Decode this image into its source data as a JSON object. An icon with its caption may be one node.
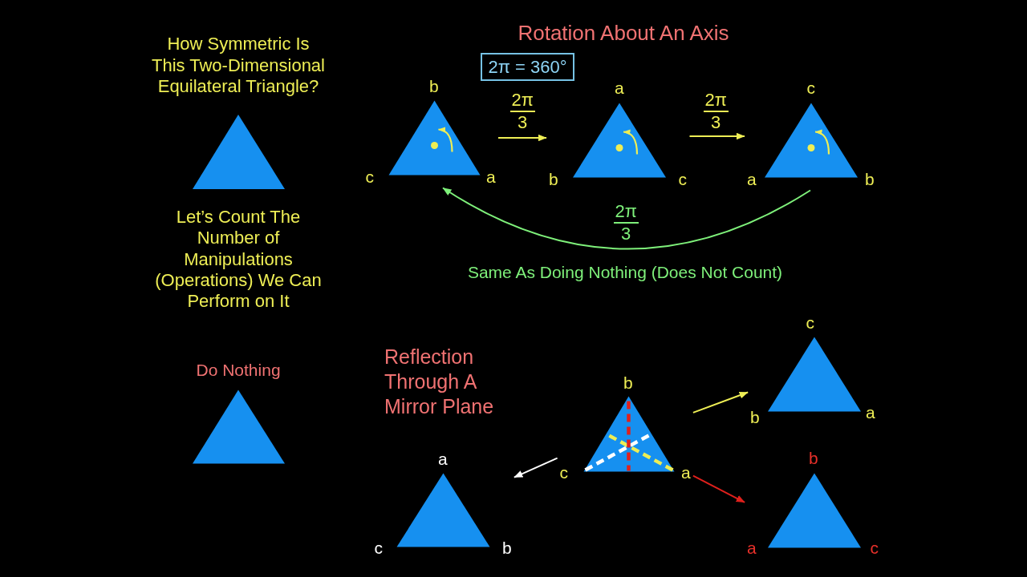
{
  "diagram": {
    "nodes": [
      {
        "text": [],
        "shape": "triangle"
      },
      {
        "text": [
          "Do Nothing"
        ]
      },
      {
        "text": [
          "2π = 360°"
        ]
      },
      {
        "text": [],
        "shape": "triangle",
        "beside": [
          "b",
          "c",
          "a"
        ]
      },
      {
        "text": [],
        "shape": "triangle",
        "beside": [
          "a",
          "b",
          "c"
        ]
      },
      {
        "text": [],
        "shape": "triangle",
        "beside": [
          "c",
          "a",
          "b"
        ]
      },
      {
        "text": [],
        "shape": "triangle",
        "beside": [
          "b",
          "c",
          "a"
        ]
      },
      {
        "text": [],
        "shape": "triangle",
        "beside": [
          "c",
          "b",
          "a"
        ]
      },
      {
        "text": [],
        "shape": "triangle",
        "beside": [
          "a",
          "c",
          "b"
        ]
      },
      {
        "text": [],
        "shape": "triangle",
        "beside": [
          "b",
          "a",
          "c"
        ]
      }
    ],
    "edges": [
      {
        "from": 3,
        "to": 4,
        "arrow": "to",
        "label": "2π 3"
      },
      {
        "from": 4,
        "to": 5,
        "arrow": "to",
        "label": "2π 3"
      },
      {
        "from": 5,
        "to": 3,
        "arrow": "to",
        "label": "2π 3",
        "color": "#7ef07a"
      },
      {
        "from": 6,
        "to": 7,
        "arrow": "to"
      },
      {
        "from": 6,
        "to": 8,
        "arrow": "to",
        "color": "#ffffff"
      },
      {
        "from": 6,
        "to": 9,
        "arrow": "to",
        "color": "#e0201c"
      }
    ],
    "labels": [
      "How Symmetric Is This Two-Dimensional Equilateral Triangle?",
      "Let’s Count The Number of Manipulations (Operations) We Can Perform on It",
      "Rotation About An Axis",
      "Same As Doing Nothing (Does Not Count)",
      "Reflection Through A Mirror Plane"
    ]
  }
}
